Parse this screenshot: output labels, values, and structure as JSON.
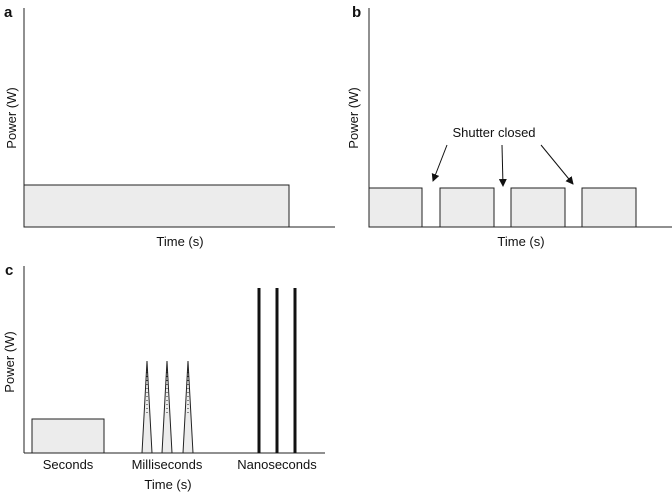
{
  "panels": {
    "a": {
      "letter": "a",
      "ylabel": "Power (W)",
      "xlabel": "Time (s)"
    },
    "b": {
      "letter": "b",
      "ylabel": "Power (W)",
      "xlabel": "Time (s)",
      "annotation": "Shutter closed"
    },
    "c": {
      "letter": "c",
      "ylabel": "Power (W)",
      "xlabel": "Time (s)",
      "categories": [
        "Seconds",
        "Milliseconds",
        "Nanoseconds"
      ]
    }
  },
  "colors": {
    "fill": "#ececec",
    "stroke": "#222222"
  }
}
